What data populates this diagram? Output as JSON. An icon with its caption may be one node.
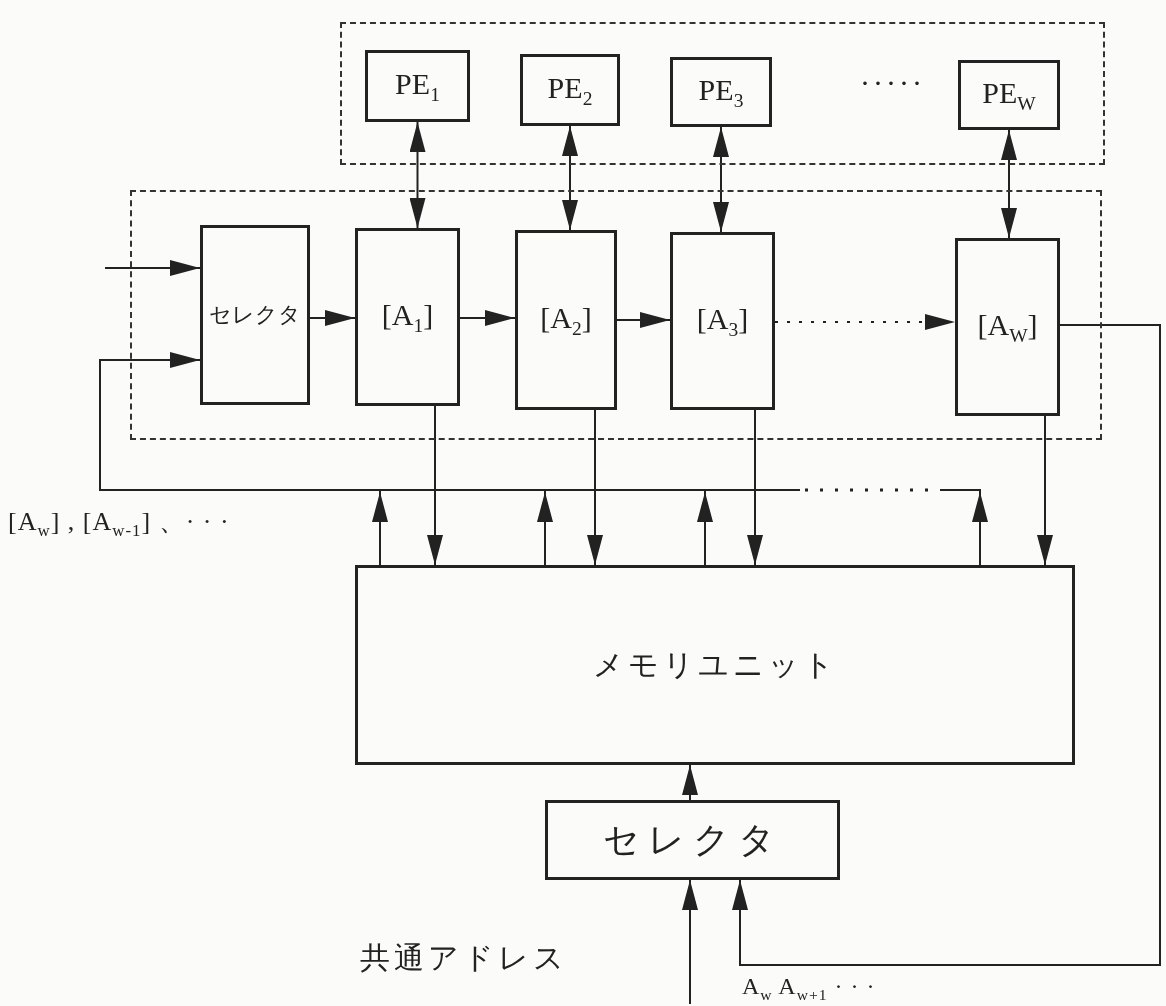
{
  "diagram": {
    "nodes": [
      {
        "text": [],
        "shape": "box"
      },
      {
        "text": [
          "PE$_{1}$"
        ],
        "in": 0
      },
      {
        "text": [
          "PE$_{2}$"
        ],
        "in": 0
      },
      {
        "text": [
          "PE$_{3}$"
        ],
        "in": 0
      },
      {
        "text": [
          "PE$_{W}$"
        ],
        "in": 0
      },
      {
        "text": [],
        "shape": "box"
      },
      {
        "text": [
          "セレクタ"
        ],
        "in": 5
      },
      {
        "text": [
          "[A$_{1}$]"
        ],
        "in": 5
      },
      {
        "text": [
          "[A$_{2}$]"
        ],
        "in": 5
      },
      {
        "text": [
          "[A$_{3}$]"
        ],
        "in": 5
      },
      {
        "text": [
          "[A$_{W}$]"
        ],
        "in": 5
      },
      {
        "text": [
          "メモリユニット"
        ]
      },
      {
        "text": [
          "セレクタ"
        ]
      }
    ],
    "edges": [
      {
        "from": null,
        "to": 6,
        "arrow": "to"
      },
      {
        "from": 11,
        "to": 6,
        "arrow": "to",
        "label": "[A$_{w}$] , [A$_{w-1}$] 、· · ·"
      },
      {
        "from": 6,
        "to": 7,
        "arrow": "to"
      },
      {
        "from": 7,
        "to": 8,
        "arrow": "to"
      },
      {
        "from": 8,
        "to": 9,
        "arrow": "to"
      },
      {
        "from": 9,
        "to": 10,
        "arrow": "to",
        "style": "dashed"
      },
      {
        "from": 1,
        "to": 7,
        "arrow": "both"
      },
      {
        "from": 2,
        "to": 8,
        "arrow": "both"
      },
      {
        "from": 3,
        "to": 9,
        "arrow": "both"
      },
      {
        "from": 4,
        "to": 10,
        "arrow": "both"
      },
      {
        "from": 7,
        "to": 11,
        "arrow": "to"
      },
      {
        "from": 8,
        "to": 11,
        "arrow": "to"
      },
      {
        "from": 9,
        "to": 11,
        "arrow": "to"
      },
      {
        "from": 10,
        "to": 11,
        "arrow": "to"
      },
      {
        "from": 10,
        "to": 12,
        "arrow": "to",
        "label": "A$_{w}$ A$_{w+1}$ · · ·"
      },
      {
        "from": 12,
        "to": 11,
        "arrow": "to"
      },
      {
        "from": null,
        "to": 12,
        "arrow": "to",
        "label": "共通アドレス"
      }
    ],
    "labels": [
      "·····"
    ]
  }
}
